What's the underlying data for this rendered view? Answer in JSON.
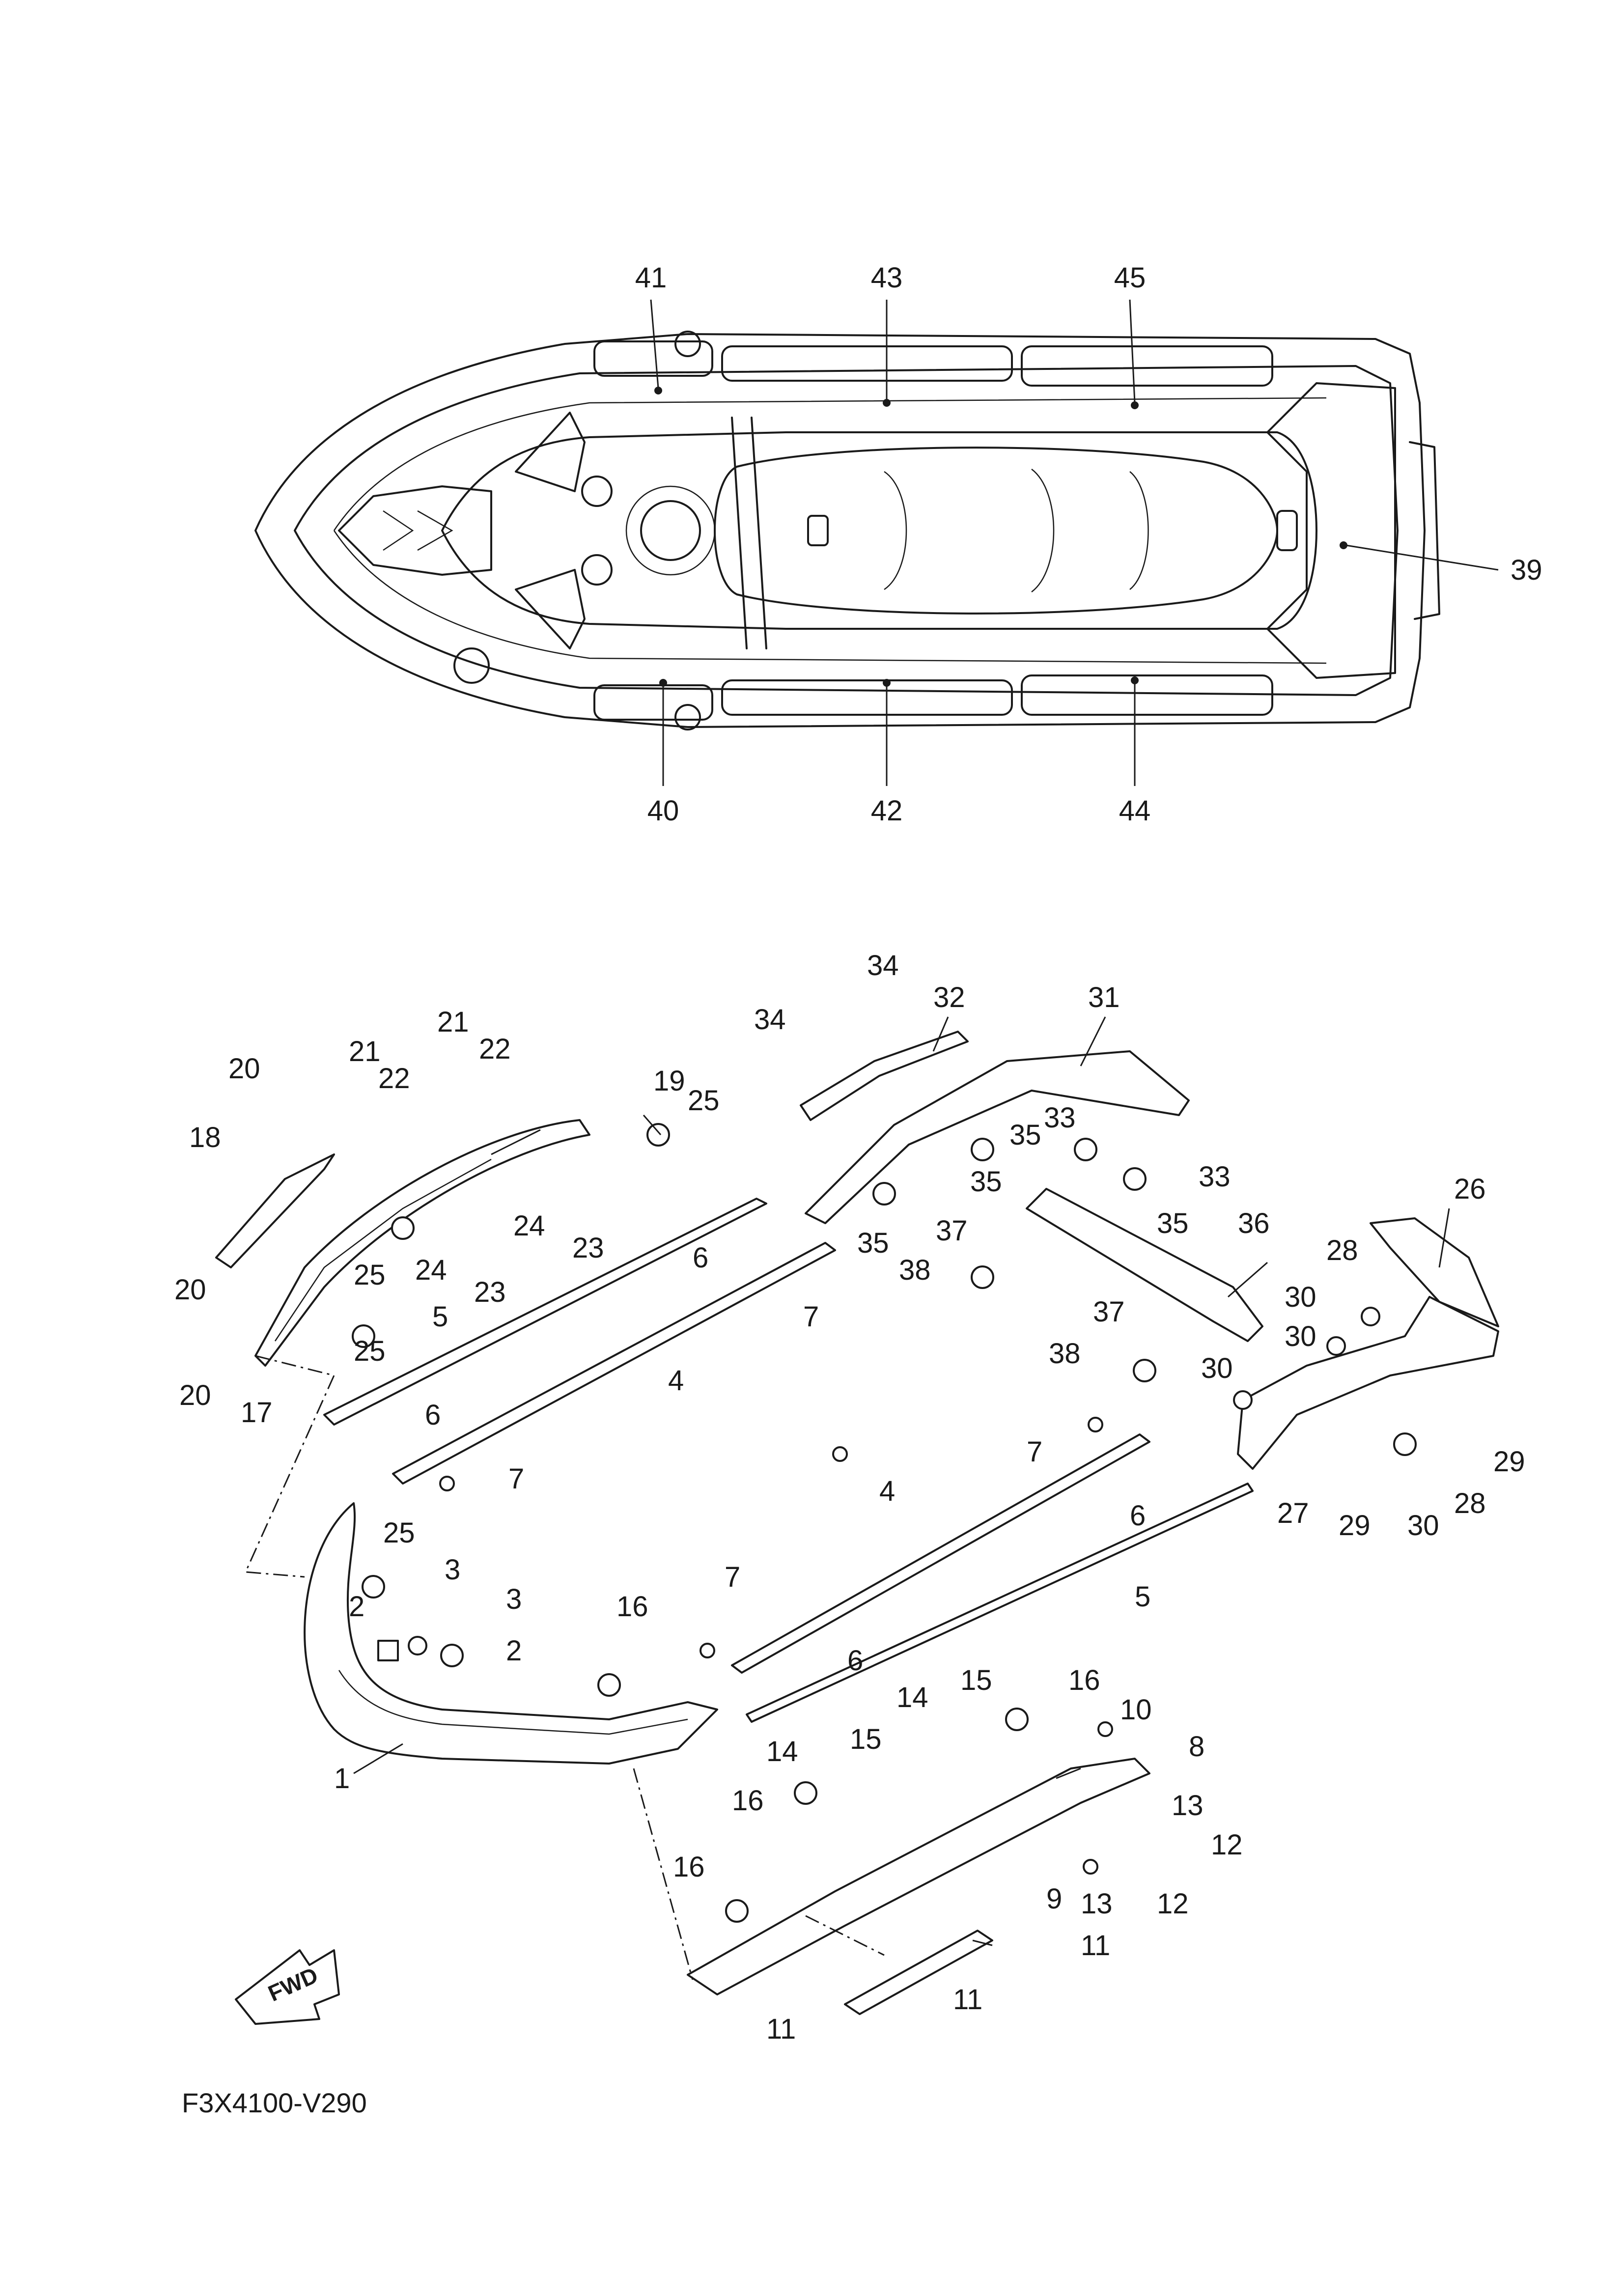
{
  "diagram_code": "F3X4100-V290",
  "direction_label": "FWD",
  "top_view_callouts": [
    "39",
    "40",
    "41",
    "42",
    "43",
    "44",
    "45"
  ],
  "exploded_view_callouts": [
    "1",
    "2",
    "3",
    "4",
    "5",
    "6",
    "7",
    "8",
    "9",
    "10",
    "11",
    "12",
    "13",
    "14",
    "15",
    "16",
    "17",
    "18",
    "19",
    "20",
    "21",
    "22",
    "23",
    "24",
    "25",
    "26",
    "27",
    "28",
    "29",
    "30",
    "31",
    "32",
    "33",
    "34",
    "35",
    "36",
    "37",
    "38"
  ]
}
